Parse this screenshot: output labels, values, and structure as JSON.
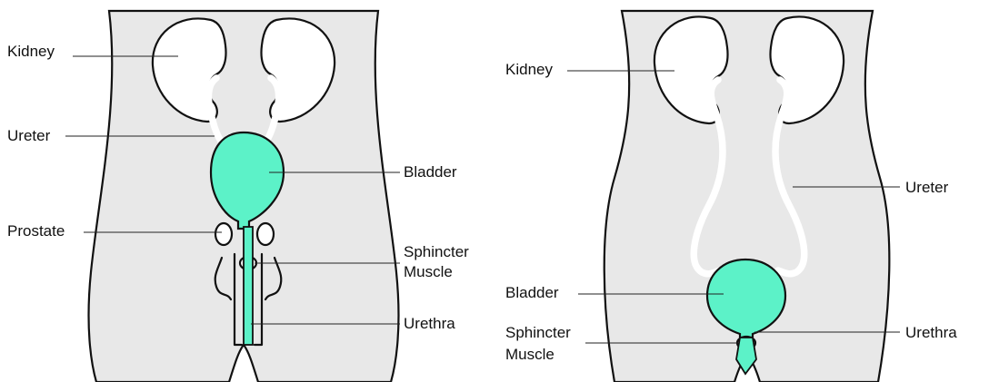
{
  "colors": {
    "body": "#e8e8e8",
    "bladder": "#5cf2c8",
    "line": "#111111",
    "background": "#ffffff"
  },
  "male_diagram": {
    "kidney_label": "Kidney",
    "ureter_label": "Ureter",
    "prostate_label": "Prostate",
    "bladder_label": "Bladder",
    "sphincter_label_line1": "Sphincter",
    "sphincter_label_line2": "Muscle",
    "urethra_label": "Urethra"
  },
  "female_diagram": {
    "kidney_label": "Kidney",
    "ureter_label": "Ureter",
    "bladder_label": "Bladder",
    "sphincter_label_line1": "Sphincter",
    "sphincter_label_line2": "Muscle",
    "urethra_label": "Urethra"
  }
}
